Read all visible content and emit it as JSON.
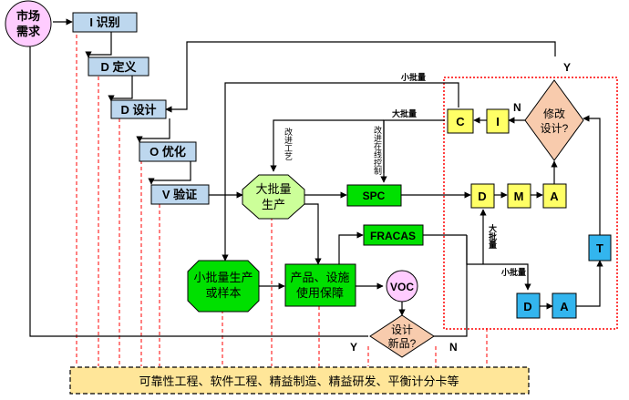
{
  "nodes": {
    "market_demand": "市场需求",
    "identify": "I 识别",
    "define": "D 定义",
    "design": "D 设计",
    "optimize": "O 优化",
    "verify": "V 验证",
    "mass_production": "大批量生产",
    "spc": "SPC",
    "fracas": "FRACAS",
    "small_batch": "小批量生产或样本",
    "product_use": "产品、设施使用保障",
    "voc": "VOC",
    "new_product": "设计新品?",
    "modify_design": "修改设计?",
    "c": "C",
    "i": "I",
    "d_top": "D",
    "m": "M",
    "a_top": "A",
    "t": "T",
    "d_bottom": "D",
    "a_bottom": "A",
    "bottom_banner": "可靠性工程、软件工程、精益制造、精益研发、平衡计分卡等"
  },
  "edge_labels": {
    "small_batch_top": "小批量",
    "large_batch_top": "大批量",
    "improve_process": "改进工艺",
    "improve_online": "改进在线控制",
    "large_batch_right": "大批量",
    "small_batch_right": "小批量",
    "y_top": "Y",
    "n_top": "N",
    "y_bottom": "Y",
    "n_bottom": "N"
  },
  "colors": {
    "blue_box": "#bdd7ee",
    "green_oct": "#ccff99",
    "green_box": "#00e000",
    "pink": "#ffccff",
    "orange_diamond": "#f8cbad",
    "yellow": "#ffff66",
    "cyan": "#33b5ee",
    "banner": "#ffe699",
    "red_dash": "#ff0000"
  }
}
